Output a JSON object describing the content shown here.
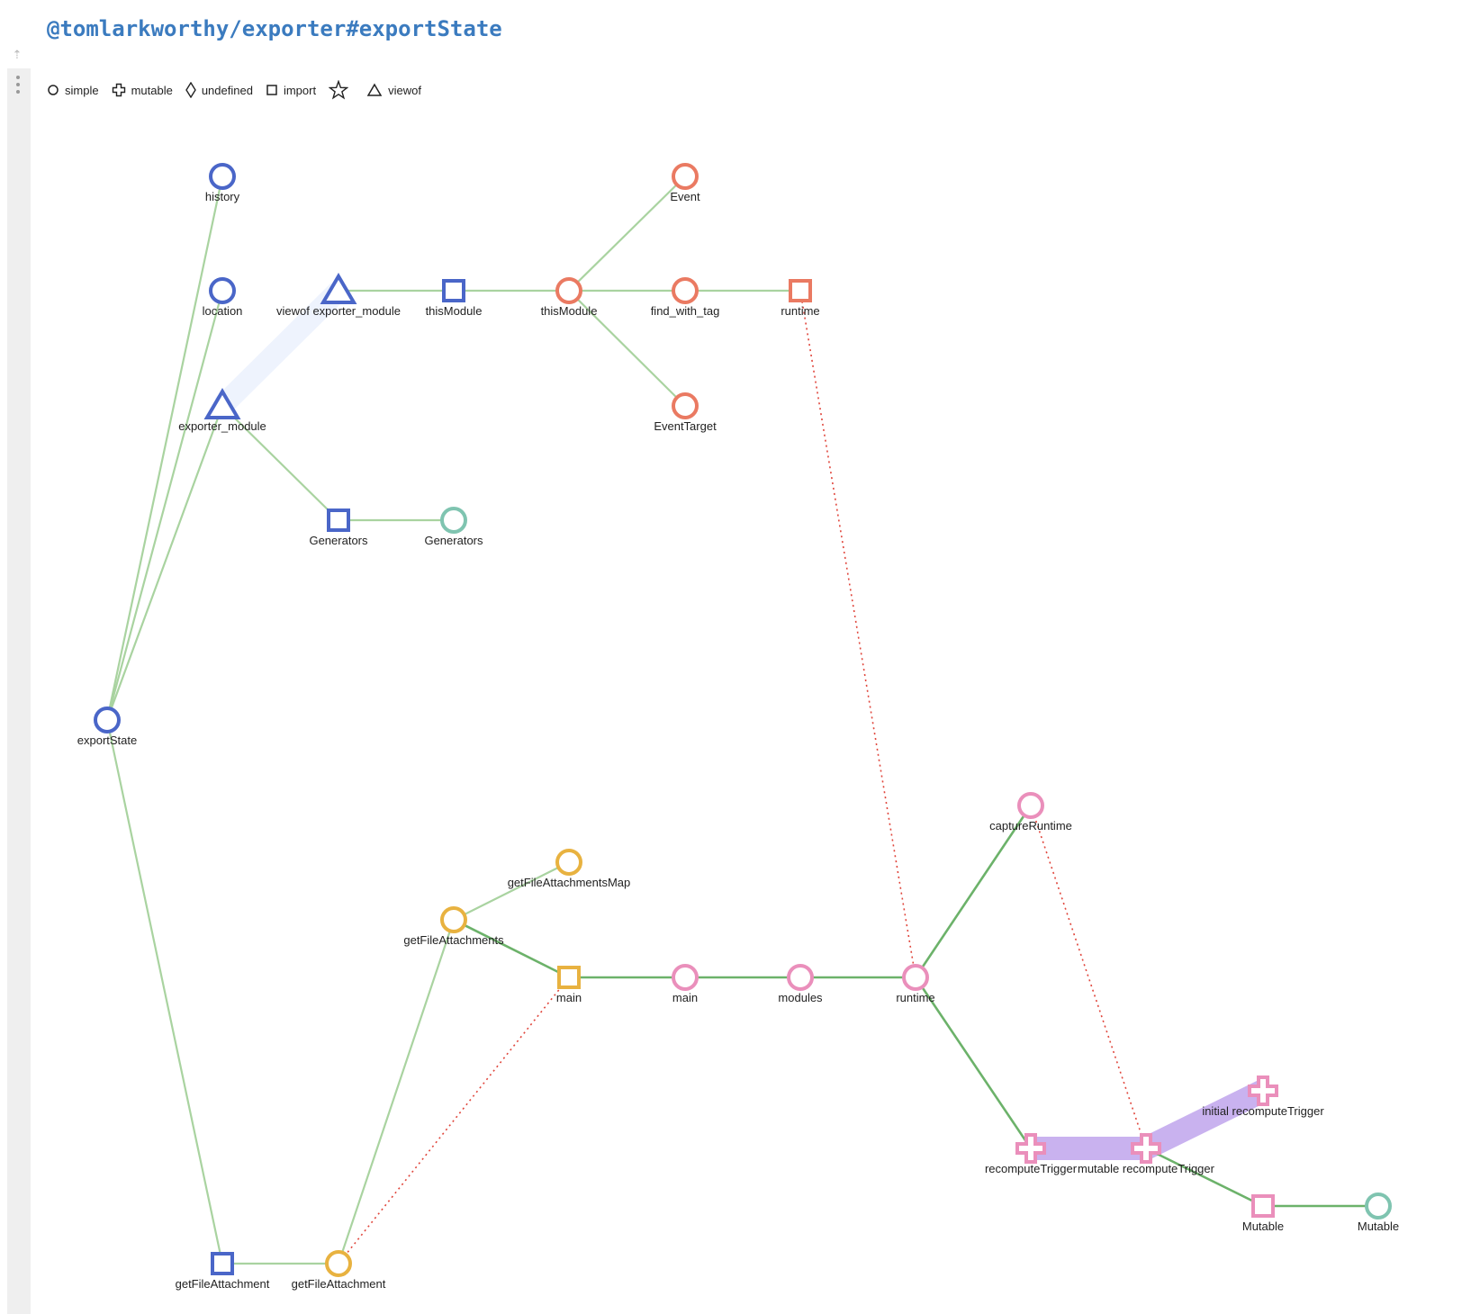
{
  "title": "@tomlarkworthy/exporter#exportState",
  "legend": {
    "simple": "simple",
    "mutable": "mutable",
    "undefined": "undefined",
    "import": "import",
    "star": "",
    "viewof": "viewof"
  },
  "colors": {
    "blue": "#4a66c8",
    "orange": "#ea7a62",
    "teal": "#7fc4b0",
    "gold": "#e8b240",
    "pink": "#ea8fbb",
    "edge": "#a9d3a0",
    "edge_strong": "#6cb26a",
    "dotted": "#e0463c",
    "highlight_blue": "#eef3fd",
    "highlight_purple": "#c9b2ef"
  },
  "nodes": [
    {
      "id": "history",
      "label": "history",
      "shape": "circle",
      "color": "blue"
    },
    {
      "id": "location",
      "label": "location",
      "shape": "circle",
      "color": "blue"
    },
    {
      "id": "viewof_exporter_module",
      "label": "viewof exporter_module",
      "shape": "triangle",
      "color": "blue"
    },
    {
      "id": "thisModule_import",
      "label": "thisModule",
      "shape": "square",
      "color": "blue"
    },
    {
      "id": "thisModule",
      "label": "thisModule",
      "shape": "circle",
      "color": "orange"
    },
    {
      "id": "Event",
      "label": "Event",
      "shape": "circle",
      "color": "orange"
    },
    {
      "id": "find_with_tag",
      "label": "find_with_tag",
      "shape": "circle",
      "color": "orange"
    },
    {
      "id": "runtime_import",
      "label": "runtime",
      "shape": "square",
      "color": "orange"
    },
    {
      "id": "EventTarget",
      "label": "EventTarget",
      "shape": "circle",
      "color": "orange"
    },
    {
      "id": "exporter_module",
      "label": "exporter_module",
      "shape": "triangle",
      "color": "blue"
    },
    {
      "id": "Generators_import",
      "label": "Generators",
      "shape": "square",
      "color": "blue"
    },
    {
      "id": "Generators",
      "label": "Generators",
      "shape": "circle",
      "color": "teal"
    },
    {
      "id": "exportState",
      "label": "exportState",
      "shape": "circle",
      "color": "blue"
    },
    {
      "id": "captureRuntime",
      "label": "captureRuntime",
      "shape": "circle",
      "color": "pink"
    },
    {
      "id": "getFileAttachmentsMap",
      "label": "getFileAttachmentsMap",
      "shape": "circle",
      "color": "gold"
    },
    {
      "id": "getFileAttachments",
      "label": "getFileAttachments",
      "shape": "circle",
      "color": "gold"
    },
    {
      "id": "main_import",
      "label": "main",
      "shape": "square",
      "color": "gold"
    },
    {
      "id": "main",
      "label": "main",
      "shape": "circle",
      "color": "pink"
    },
    {
      "id": "modules",
      "label": "modules",
      "shape": "circle",
      "color": "pink"
    },
    {
      "id": "runtime",
      "label": "runtime",
      "shape": "circle",
      "color": "pink"
    },
    {
      "id": "initial_recomputeTrigger",
      "label": "initial recomputeTrigger",
      "shape": "cross",
      "color": "pink"
    },
    {
      "id": "recomputeTrigger",
      "label": "recomputeTrigger",
      "shape": "cross",
      "color": "pink"
    },
    {
      "id": "mutable_recomputeTrigger",
      "label": "mutable recomputeTrigger",
      "shape": "cross",
      "color": "pink"
    },
    {
      "id": "Mutable_import",
      "label": "Mutable",
      "shape": "square",
      "color": "pink"
    },
    {
      "id": "Mutable",
      "label": "Mutable",
      "shape": "circle",
      "color": "teal"
    },
    {
      "id": "getFileAttachment_import",
      "label": "getFileAttachment",
      "shape": "square",
      "color": "blue"
    },
    {
      "id": "getFileAttachment",
      "label": "getFileAttachment",
      "shape": "circle",
      "color": "gold"
    }
  ],
  "edges": [
    {
      "from": "exportState",
      "to": "history",
      "style": "edge"
    },
    {
      "from": "exportState",
      "to": "location",
      "style": "edge"
    },
    {
      "from": "exportState",
      "to": "exporter_module",
      "style": "edge"
    },
    {
      "from": "exportState",
      "to": "getFileAttachment_import",
      "style": "edge"
    },
    {
      "from": "exporter_module",
      "to": "Generators_import",
      "style": "edge"
    },
    {
      "from": "Generators_import",
      "to": "Generators",
      "style": "edge"
    },
    {
      "from": "viewof_exporter_module",
      "to": "thisModule_import",
      "style": "edge"
    },
    {
      "from": "thisModule_import",
      "to": "thisModule",
      "style": "edge"
    },
    {
      "from": "thisModule",
      "to": "Event",
      "style": "edge"
    },
    {
      "from": "thisModule",
      "to": "find_with_tag",
      "style": "edge"
    },
    {
      "from": "thisModule",
      "to": "EventTarget",
      "style": "edge"
    },
    {
      "from": "find_with_tag",
      "to": "runtime_import",
      "style": "edge"
    },
    {
      "from": "getFileAttachment_import",
      "to": "getFileAttachment",
      "style": "edge"
    },
    {
      "from": "getFileAttachment",
      "to": "getFileAttachments",
      "style": "edge"
    },
    {
      "from": "getFileAttachments",
      "to": "getFileAttachmentsMap",
      "style": "edge"
    },
    {
      "from": "getFileAttachments",
      "to": "main_import",
      "style": "edge_strong"
    },
    {
      "from": "main_import",
      "to": "main",
      "style": "edge_strong"
    },
    {
      "from": "main",
      "to": "modules",
      "style": "edge_strong"
    },
    {
      "from": "modules",
      "to": "runtime",
      "style": "edge_strong"
    },
    {
      "from": "runtime",
      "to": "captureRuntime",
      "style": "edge_strong"
    },
    {
      "from": "runtime",
      "to": "recomputeTrigger",
      "style": "edge_strong"
    },
    {
      "from": "mutable_recomputeTrigger",
      "to": "Mutable_import",
      "style": "edge_strong"
    },
    {
      "from": "Mutable_import",
      "to": "Mutable",
      "style": "edge_strong"
    },
    {
      "from": "runtime_import",
      "to": "runtime",
      "style": "dotted"
    },
    {
      "from": "main_import",
      "to": "getFileAttachment",
      "style": "dotted"
    },
    {
      "from": "captureRuntime",
      "to": "mutable_recomputeTrigger",
      "style": "dotted"
    },
    {
      "from": "exporter_module",
      "to": "viewof_exporter_module",
      "style": "highlight_blue"
    },
    {
      "from": "recomputeTrigger",
      "to": "mutable_recomputeTrigger",
      "style": "highlight_purple"
    },
    {
      "from": "mutable_recomputeTrigger",
      "to": "initial_recomputeTrigger",
      "style": "highlight_purple"
    }
  ]
}
